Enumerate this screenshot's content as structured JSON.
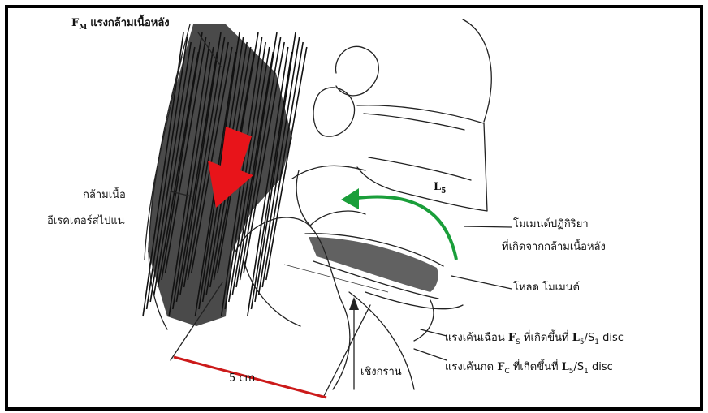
{
  "labels": {
    "fm_prefix": "F",
    "fm_sub": "M",
    "fm_text": "แรงกล้ามเนื้อหลัง",
    "muscle_line1": "กล้ามเนื้อ",
    "muscle_line2": "อีเรคเตอร์สไปแน",
    "l5_main": "L",
    "l5_sub": "5",
    "reaction_moment_line1": "โมเมนต์ปฏิกิริยา",
    "reaction_moment_line2": "ที่เกิดจากกล้ามเนื้อหลัง",
    "load_moment": "โหลด โมเมนต์",
    "shear_force": {
      "prefix": "แรงเค้นเฉือน ",
      "F": "F",
      "F_sub": "S",
      "mid": " ที่เกิดขึ้นที่ ",
      "L": "L",
      "L_sub": "5",
      "slash": "/S",
      "S_sub": "1",
      "suffix": " disc"
    },
    "compression_force": {
      "prefix": "แรงเค้นกด ",
      "F": "F",
      "F_sub": "C",
      "mid": " ที่เกิดขึ้นที่ ",
      "L": "L",
      "L_sub": "5",
      "slash": "/S",
      "S_sub": "1",
      "suffix": " disc"
    },
    "pelvis": "เชิงกราน",
    "distance": "5 cm"
  },
  "colors": {
    "muscle_arrow": "#e8141a",
    "moment_arrow": "#1a9e3a",
    "distance_line": "#cc1a1a",
    "border": "#000000"
  }
}
